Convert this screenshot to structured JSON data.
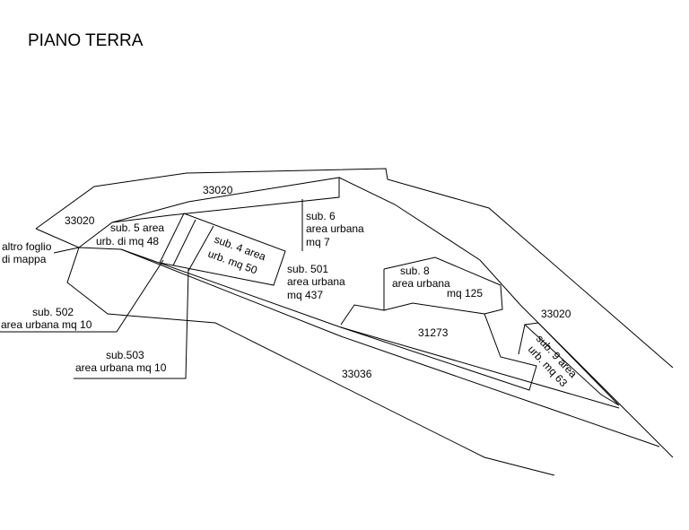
{
  "title": "PIANO TERRA",
  "labels": {
    "p33020_top": "33020",
    "p33020_left": "33020",
    "p33020_right": "33020",
    "p33036": "33036",
    "p31273": "31273",
    "altro_1": "altro foglio",
    "altro_2": "di mappa",
    "sub5_1": "sub. 5 area",
    "sub5_2": "urb. di mq 48",
    "sub4_1": "sub. 4 area",
    "sub4_2": "urb. mq 50",
    "sub6_1": "sub. 6",
    "sub6_2": "area urbana",
    "sub6_3": "mq 7",
    "sub501_1": "sub. 501",
    "sub501_2": "area urbana",
    "sub501_3": "mq 437",
    "sub8_1": "sub. 8",
    "sub8_2": "area urbana",
    "sub8_3": "mq 125",
    "sub9_1": "sub. 9 area",
    "sub9_2": "urb. mq 63",
    "sub502_1": "sub. 502",
    "sub502_2": "area urbana mq 10",
    "sub503_1": "sub.503",
    "sub503_2": "area urbana mq 10"
  }
}
